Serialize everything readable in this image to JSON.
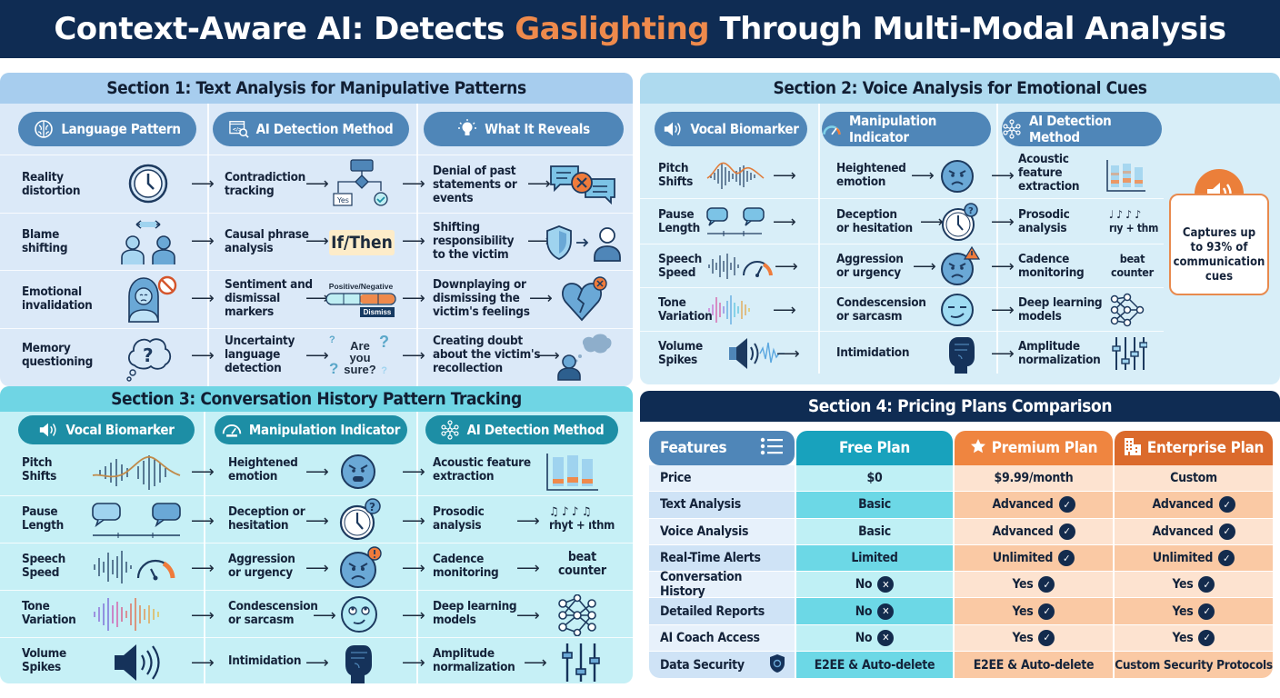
{
  "title": {
    "before": "Context-Aware AI: Detects ",
    "accent": "Gaslighting",
    "after": " Through Multi-Modal Analysis",
    "accent_color": "#ee8a4c"
  },
  "section1": {
    "title": "Section 1: Text Analysis for Manipulative Patterns",
    "headers": [
      {
        "label": "Language Pattern",
        "icon": "brain-icon"
      },
      {
        "label": "AI Detection Method",
        "icon": "code-search-icon"
      },
      {
        "label": "What It Reveals",
        "icon": "lightbulb-icon"
      }
    ],
    "rows": [
      {
        "pattern": "Reality\ndistortion",
        "pattern_icon": "clock-icon",
        "method": "Contradiction\ntracking",
        "method_visual": "flowchart-icon",
        "method_visual_label": "Yes",
        "reveals": "Denial of past\nstatements or\nevents",
        "reveals_icon": "chat-cross-icon"
      },
      {
        "pattern": "Blame\nshifting",
        "pattern_icon": "two-people-swap-icon",
        "method": "Causal phrase\nanalysis",
        "method_visual_label": "If/Then",
        "reveals": "Shifting\nresponsibility\nto the victim",
        "reveals_icon": "shield-to-person-icon"
      },
      {
        "pattern": "Emotional\ninvalidation",
        "pattern_icon": "crying-person-icon",
        "method": "Sentiment and\ndismissal\nmarkers",
        "method_visual_label": "Positive/Negative",
        "method_visual_tag": "Dismiss",
        "reveals": "Downplaying or\ndismissing the\nvictim's feelings",
        "reveals_icon": "broken-heart-icon"
      },
      {
        "pattern": "Memory\nquestioning",
        "pattern_icon": "question-thought-icon",
        "method": "Uncertainty\nlanguage\ndetection",
        "method_visual_label": "Are\nyou\nsure?",
        "reveals": "Creating doubt\nabout the victim's\nrecollection",
        "reveals_icon": "person-thought-icon"
      }
    ]
  },
  "section2": {
    "title": "Section 2: Voice Analysis for Emotional Cues",
    "headers": [
      {
        "label": "Vocal Biomarker",
        "icon": "speaker-icon"
      },
      {
        "label": "Manipulation Indicator",
        "icon": "gauge-icon"
      },
      {
        "label": "AI Detection Method",
        "icon": "neural-network-icon"
      }
    ],
    "rows": [
      {
        "biomarker": "Pitch\nShifts",
        "indicator": "Heightened\nemotion",
        "method": "Acoustic\nfeature\nextraction",
        "method_visual_label": ""
      },
      {
        "biomarker": "Pause\nLength",
        "indicator": "Deception\nor hesitation",
        "method": "Prosodic\nanalysis",
        "method_visual_label": "♩ ♪ ♪ ♪\nrıy + thm"
      },
      {
        "biomarker": "Speech\nSpeed",
        "indicator": "Aggression\nor urgency",
        "method": "Cadence\nmonitoring",
        "method_visual_label": "beat\ncounter"
      },
      {
        "biomarker": "Tone\nVariation",
        "indicator": "Condescension\nor sarcasm",
        "method": "Deep learning\nmodels",
        "method_visual_label": ""
      },
      {
        "biomarker": "Volume\nSpikes",
        "indicator": "Intimidation",
        "method": "Amplitude\nnormalization",
        "method_visual_label": ""
      }
    ],
    "callout": "Captures up\nto 93% of\ncommunication\ncues"
  },
  "section3": {
    "title": "Section 3: Conversation History Pattern Tracking",
    "headers": [
      {
        "label": "Vocal Biomarker",
        "icon": "speaker-icon"
      },
      {
        "label": "Manipulation Indicator",
        "icon": "gauge-icon"
      },
      {
        "label": "AI Detection Method",
        "icon": "neural-network-icon"
      }
    ],
    "rows": [
      {
        "biomarker": "Pitch\nShifts",
        "indicator": "Heightened\nemotion",
        "method": "Acoustic feature\nextraction",
        "method_visual_label": ""
      },
      {
        "biomarker": "Pause\nLength",
        "indicator": "Deception or\nhesitation",
        "method": "Prosodic\nanalysis",
        "method_visual_label": "♫ ♪ ♪ ♫\nrhyt + ıthm"
      },
      {
        "biomarker": "Speech\nSpeed",
        "indicator": "Aggression\nor urgency",
        "method": "Cadence\nmonitoring",
        "method_visual_label": "beat\ncounter"
      },
      {
        "biomarker": "Tone\nVariation",
        "indicator": "Condescension\nor sarcasm",
        "method": "Deep learning\nmodels",
        "method_visual_label": ""
      },
      {
        "biomarker": "Volume\nSpikes",
        "indicator": "Intimidation",
        "method": "Amplitude\nnormalization",
        "method_visual_label": ""
      }
    ]
  },
  "section4": {
    "title": "Section 4: Pricing Plans Comparison",
    "columns": [
      {
        "label": "Features",
        "icon": "list-icon",
        "color": "#4f86b8"
      },
      {
        "label": "Free Plan",
        "icon": "",
        "color": "#18a2bd"
      },
      {
        "label": "Premium Plan",
        "icon": "star-icon",
        "color": "#ef8540"
      },
      {
        "label": "Enterprise Plan",
        "icon": "building-icon",
        "color": "#db6a2c"
      }
    ],
    "rows": [
      {
        "feature": "Price",
        "free": "$0",
        "free_mark": "",
        "premium": "$9.99/month",
        "premium_mark": "",
        "enterprise": "Custom",
        "enterprise_mark": ""
      },
      {
        "feature": "Text Analysis",
        "free": "Basic",
        "free_mark": "",
        "premium": "Advanced",
        "premium_mark": "check",
        "enterprise": "Advanced",
        "enterprise_mark": "check"
      },
      {
        "feature": "Voice Analysis",
        "free": "Basic",
        "free_mark": "",
        "premium": "Advanced",
        "premium_mark": "check",
        "enterprise": "Advanced",
        "enterprise_mark": "check"
      },
      {
        "feature": "Real-Time Alerts",
        "free": "Limited",
        "free_mark": "",
        "premium": "Unlimited",
        "premium_mark": "check",
        "enterprise": "Unlimited",
        "enterprise_mark": "check"
      },
      {
        "feature": "Conversation History",
        "free": "No",
        "free_mark": "cross",
        "premium": "Yes",
        "premium_mark": "check",
        "enterprise": "Yes",
        "enterprise_mark": "check"
      },
      {
        "feature": "Detailed Reports",
        "free": "No",
        "free_mark": "cross",
        "premium": "Yes",
        "premium_mark": "check",
        "enterprise": "Yes",
        "enterprise_mark": "check"
      },
      {
        "feature": "AI Coach Access",
        "free": "No",
        "free_mark": "cross",
        "premium": "Yes",
        "premium_mark": "check",
        "enterprise": "Yes",
        "enterprise_mark": "check"
      },
      {
        "feature": "Data Security",
        "feature_icon": "shield-icon",
        "free": "E2EE & Auto-delete",
        "free_mark": "",
        "premium": "E2EE & Auto-delete",
        "premium_mark": "",
        "enterprise": "Custom Security Protocols",
        "enterprise_mark": ""
      }
    ]
  }
}
